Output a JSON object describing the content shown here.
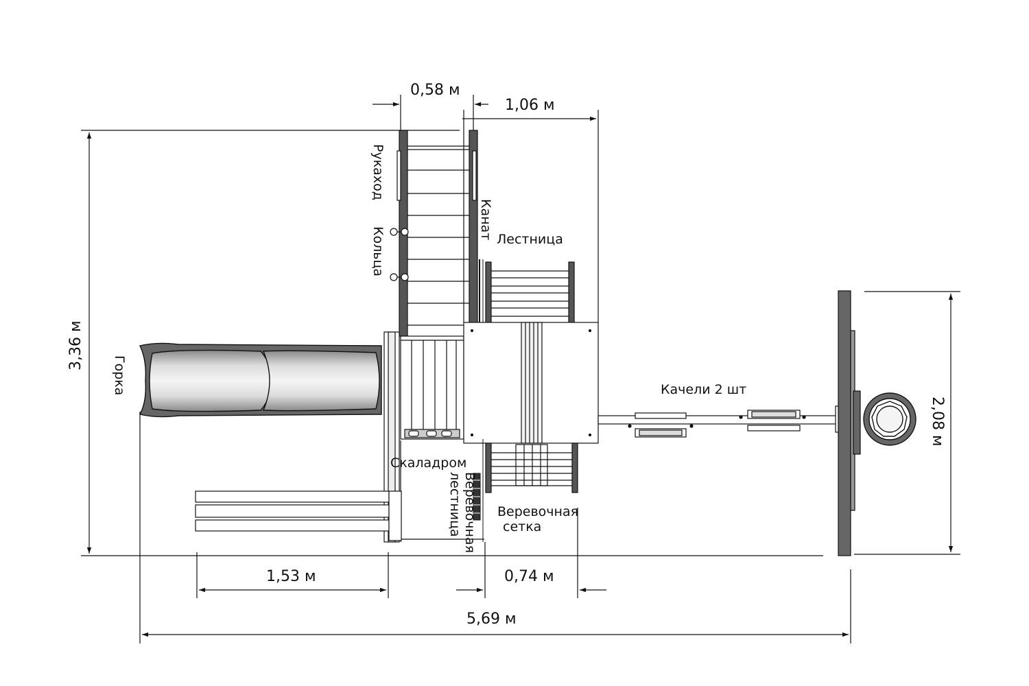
{
  "labels": {
    "rukohod": "Рукаход",
    "koltsa": "Кольца",
    "kanat": "Канат",
    "lestnitsa": "Лестница",
    "gorka": "Горка",
    "kacheli": "Качели 2 шт",
    "skaladrom": "Скаладром",
    "verevochnaya_1": "Веревочная",
    "verevochnaya_lestnitsa": "лестница",
    "verevochnaya_2": "Веревочная",
    "setka": "сетка"
  },
  "dimensions": {
    "d058": "0,58 м",
    "d106": "1,06 м",
    "d336": "3,36 м",
    "d208": "2,08 м",
    "d153": "1,53 м",
    "d074": "0,74 м",
    "d569": "5,69 м"
  }
}
